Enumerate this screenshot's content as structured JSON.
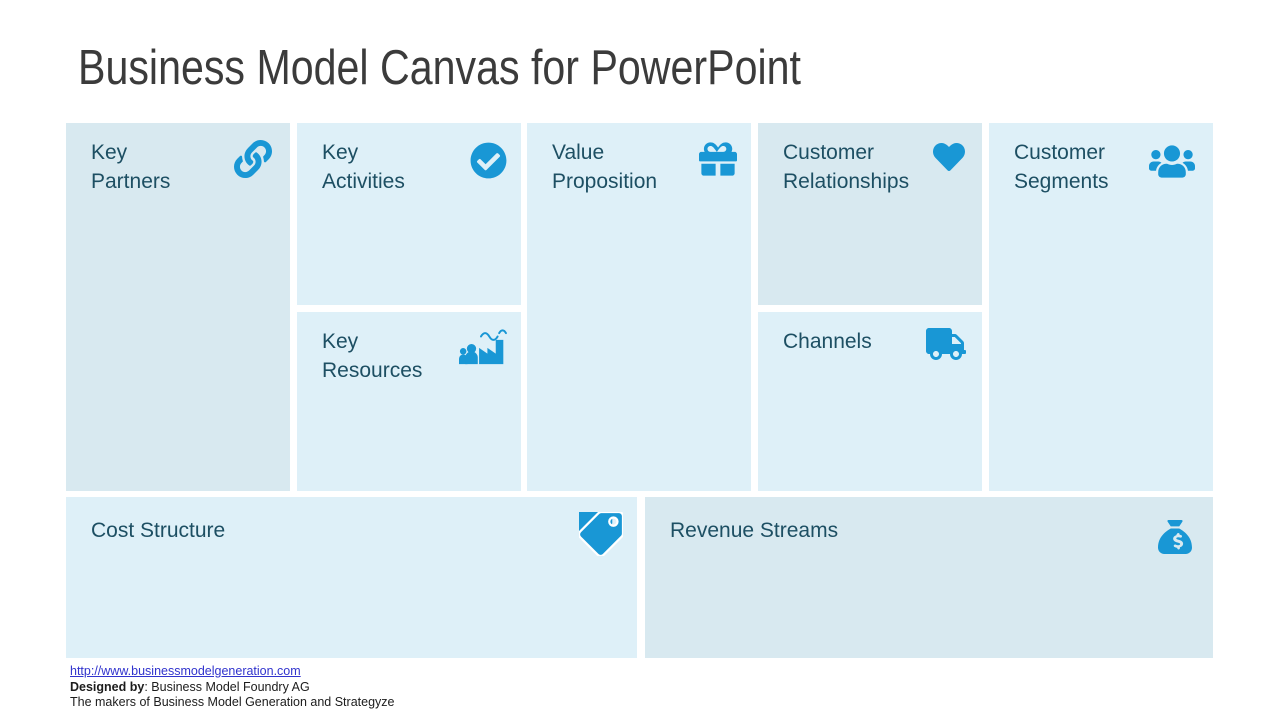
{
  "title": "Business Model Canvas for PowerPoint",
  "canvas": {
    "boxes": [
      {
        "id": "key-partners",
        "label": "Key\nPartners",
        "icon": "link-icon"
      },
      {
        "id": "key-activities",
        "label": "Key\nActivities",
        "icon": "check-circle-icon"
      },
      {
        "id": "key-resources",
        "label": "Key\nResources",
        "icon": "factory-icon"
      },
      {
        "id": "value-proposition",
        "label": "Value\nProposition",
        "icon": "gift-icon"
      },
      {
        "id": "customer-relationships",
        "label": "Customer\nRelationships",
        "icon": "heart-icon"
      },
      {
        "id": "channels",
        "label": "Channels",
        "icon": "truck-icon"
      },
      {
        "id": "customer-segments",
        "label": "Customer\nSegments",
        "icon": "people-group-icon"
      },
      {
        "id": "cost-structure",
        "label": "Cost Structure",
        "icon": "price-tags-icon"
      },
      {
        "id": "revenue-streams",
        "label": "Revenue Streams",
        "icon": "money-bag-icon"
      }
    ]
  },
  "footer": {
    "link": "http://www.businessmodelgeneration.com",
    "designed_by_label": "Designed by",
    "designed_by_rest": ": Business Model Foundry AG",
    "makers_line": "The makers of Business Model Generation and Strategyze"
  },
  "colors": {
    "accent_blue": "#1997d5",
    "box_text_teal": "#1d4f63",
    "box_fill_light": "#def0f8",
    "box_fill_dark": "#d8e9f0",
    "title_gray": "#3b3b3b",
    "link_blue": "#3133cd"
  }
}
